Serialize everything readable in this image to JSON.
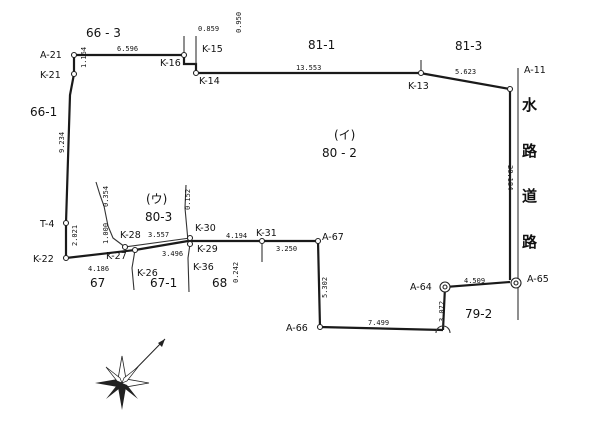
{
  "colors": {
    "line": "#1a1a1a",
    "background": "#ffffff"
  },
  "lots": {
    "p66_3": "66 - 3",
    "p81_1": "81-1",
    "p81_3": "81-3",
    "p66_1": "66-1",
    "i_mark": "(イ)",
    "p80_2": "80 - 2",
    "u_mark": "(ウ)",
    "p80_3": "80-3",
    "p67": "67",
    "p67_1": "67-1",
    "p68": "68",
    "p79_2": "79-2"
  },
  "points": {
    "a21": "A-21",
    "k21": "K-21",
    "t4": "T-4",
    "k22": "K-22",
    "k16": "K-16",
    "k15": "K-15",
    "k14": "K-14",
    "k13": "K-13",
    "a11": "A-11",
    "k28": "K-28",
    "k30": "K-30",
    "k31": "K-31",
    "a67": "A-67",
    "k29": "K-29",
    "k36": "K-36",
    "k27": "K-27",
    "k26": "K-26",
    "a66": "A-66",
    "a64": "A-64",
    "a65": "A-65"
  },
  "dimensions": {
    "d6596": "6.596",
    "d0859": "0.859",
    "d0950": "0.950",
    "d1164": "1.164",
    "d13553": "13.553",
    "d5623": "5.623",
    "d9234": "9.234",
    "d2021": "2.021",
    "d4186": "4.186",
    "d0354": "0.354",
    "d1000": "1.000",
    "d3557": "3.557",
    "d0152": "0.152",
    "d3496": "3.496",
    "d4194": "4.194",
    "d3250": "3.250",
    "d0242": "0.242",
    "d5302": "5.302",
    "d7499": "7.499",
    "d4509": "4.509",
    "d3072": "3.072",
    "d20184": "20.184"
  },
  "road": [
    "水",
    "路",
    "道",
    "路"
  ],
  "compass": "compass-rose-icon"
}
